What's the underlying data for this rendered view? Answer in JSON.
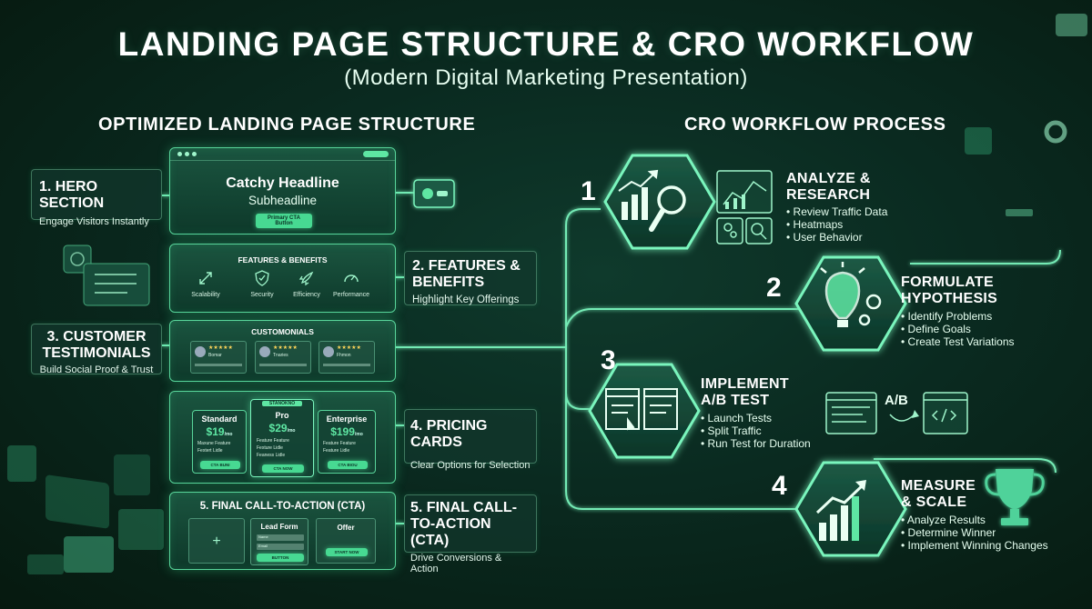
{
  "header": {
    "title": "LANDING PAGE STRUCTURE & CRO WORKFLOW",
    "subtitle": "(Modern Digital Marketing Presentation)"
  },
  "left": {
    "heading": "OPTIMIZED LANDING PAGE STRUCTURE",
    "hero": {
      "label_title": "1. HERO SECTION",
      "label_sub": "Engage Visitors Instantly",
      "headline": "Catchy Headline",
      "subheadline": "Subheadline",
      "cta": "Primary CTA Button"
    },
    "features": {
      "label_title": "2. FEATURES & BENEFITS",
      "label_sub": "Highlight Key Offerings",
      "panel_title": "FEATURES & BENEFITS",
      "items": [
        {
          "icon": "scalability-icon",
          "label": "Scalability"
        },
        {
          "icon": "shield-icon",
          "label": "Security"
        },
        {
          "icon": "rocket-icon",
          "label": "Efficiency"
        },
        {
          "icon": "gauge-icon",
          "label": "Performance"
        }
      ]
    },
    "testimonials": {
      "label_title": "3. CUSTOMER TESTIMONIALS",
      "label_sub": "Build Social Proof & Trust",
      "panel_title": "CUSTOMONIALS",
      "stars": "★★★★★",
      "names": [
        "Bomar",
        "Tnaries",
        "Fhmon"
      ]
    },
    "pricing": {
      "label_title": "4. PRICING CARDS",
      "label_sub": "Clear Options for Selection",
      "badge": "STANOKNO",
      "plans": [
        {
          "name": "Standard",
          "price": "$19",
          "per": "/mo",
          "f1": "Maxune Feature",
          "f2": "Fextert Lidle",
          "cta": "CTA BUNI"
        },
        {
          "name": "Pro",
          "price": "$29",
          "per": "/mo",
          "f1": "Feature Feature",
          "f2": "Fexture Lidle",
          "f3": "Feaness Lidle",
          "cta": "CTA NOW"
        },
        {
          "name": "Enterprise",
          "price": "$199",
          "per": "/mo",
          "f1": "Feature Feature",
          "f2": "Feature Lidle",
          "cta": "CTA BIOU"
        }
      ]
    },
    "cta": {
      "label_title": "5. FINAL CALL-TO-ACTION (CTA)",
      "label_sub": "Drive Conversions & Action",
      "panel_title": "5. FINAL CALL-TO-ACTION (CTA)",
      "plus": "+",
      "form_title": "Lead Form",
      "field1": "Name",
      "field2": "Email",
      "form_btn": "BUTTON",
      "offer_title": "Offer",
      "offer_btn": "START NOW"
    }
  },
  "right": {
    "heading": "CRO WORKFLOW PROCESS",
    "steps": [
      {
        "num": "1",
        "title_l1": "ANALYZE &",
        "title_l2": "RESEARCH",
        "items": [
          "Review Traffic Data",
          "Heatmaps",
          "User Behavior"
        ]
      },
      {
        "num": "2",
        "title_l1": "FORMULATE",
        "title_l2": "HYPOTHESIS",
        "items": [
          "Identify Problems",
          "Define Goals",
          "Create Test Variations"
        ]
      },
      {
        "num": "3",
        "title_l1": "IMPLEMENT",
        "title_l2": "A/B TEST",
        "items": [
          "Launch Tests",
          "Split Traffic",
          "Run Test for Duration"
        ]
      },
      {
        "num": "4",
        "title_l1": "MEASURE",
        "title_l2": "& SCALE",
        "items": [
          "Analyze Results",
          "Determine Winner",
          "Implement Winning Changes"
        ]
      }
    ],
    "ab_label": "A/B"
  },
  "colors": {
    "accent": "#47d992",
    "glow": "#58f0a8",
    "panel": "#17503c",
    "bg": "#0a2a20"
  }
}
